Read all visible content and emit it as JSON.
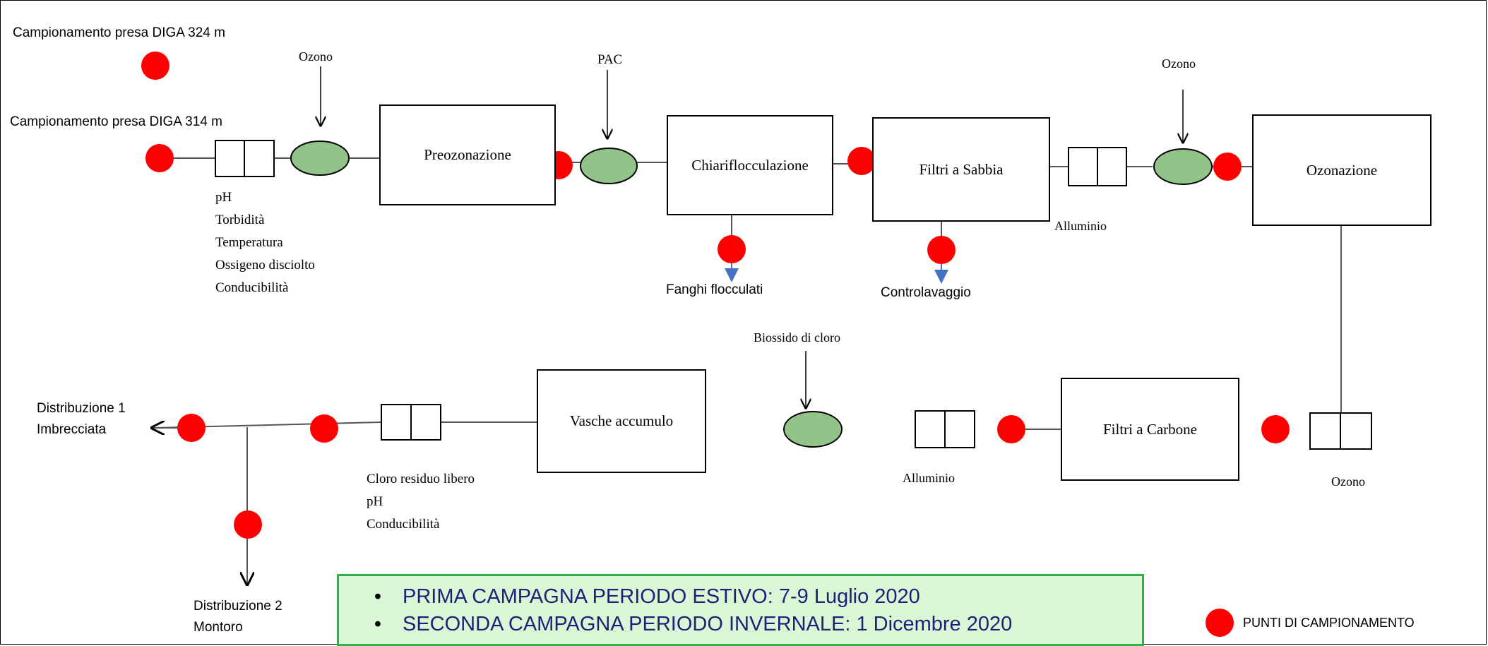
{
  "sampling_labels": {
    "diga_324": "Campionamento presa DIGA 324 m",
    "diga_314": "Campionamento presa DIGA 314 m"
  },
  "reagents": {
    "ozono_1": "Ozono",
    "pac": "PAC",
    "ozono_2": "Ozono",
    "biossido": "Biossido di cloro",
    "ozono_3": "Ozono"
  },
  "process_boxes": {
    "preozonazione": "Preozonazione",
    "chiariflocculazione": "Chiariflocculazione",
    "filtri_sabbia": "Filtri a Sabbia",
    "ozonazione": "Ozonazione",
    "vasche": "Vasche accumulo",
    "filtri_carbone": "Filtri a Carbone"
  },
  "params_intake": [
    "pH",
    "Torbidità",
    "Temperatura",
    "Ossigeno disciolto",
    "Conducibilità"
  ],
  "params_output": [
    "Cloro residuo libero",
    "pH",
    "Conducibilità"
  ],
  "alluminio_1": "Alluminio",
  "alluminio_2": "Alluminio",
  "outflows": {
    "fanghi": "Fanghi flocculati",
    "controlavaggio": "Controlavaggio"
  },
  "distribution": {
    "d1_line1": "Distribuzione 1",
    "d1_line2": "Imbrecciata",
    "d2_line1": "Distribuzione 2",
    "d2_line2": "Montoro"
  },
  "campaigns": [
    "PRIMA CAMPAGNA PERIODO ESTIVO: 7-9 Luglio 2020",
    "SECONDA CAMPAGNA PERIODO INVERNALE: 1 Dicembre 2020"
  ],
  "bullet_char": "•",
  "legend": "PUNTI DI CAMPIONAMENTO",
  "colors": {
    "sampling_point": "#ff0000",
    "ozone_node": "#92c48a",
    "note_background": "#d9f7d5",
    "note_border": "#2fb347",
    "outflow_arrow": "#4472c4"
  }
}
